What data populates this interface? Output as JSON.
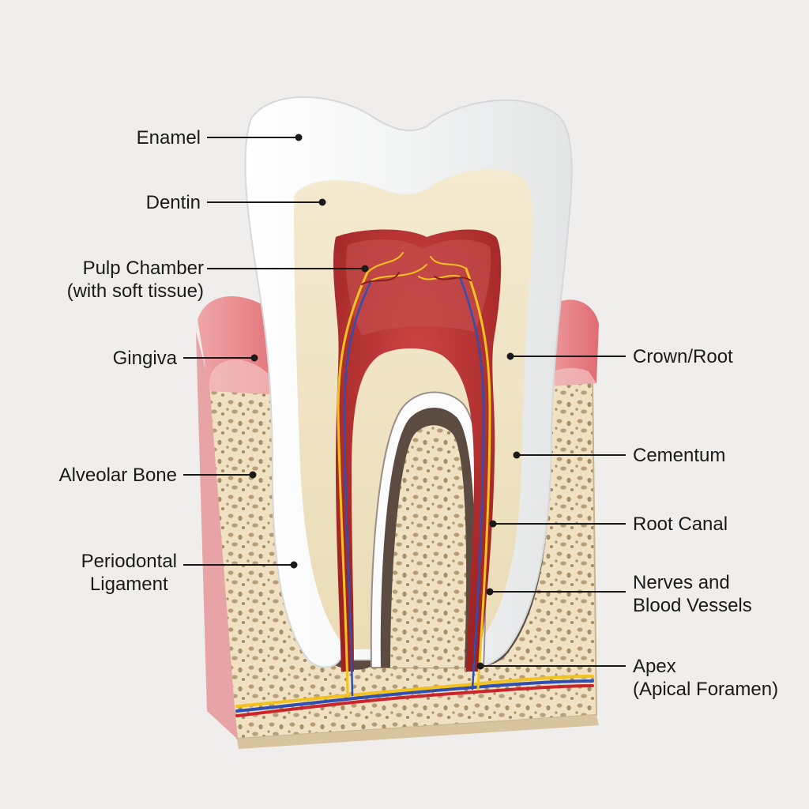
{
  "labels": {
    "enamel": [
      "Enamel"
    ],
    "dentin": [
      "Dentin"
    ],
    "pulp_chamber": [
      "Pulp Chamber",
      "(with soft tissue)"
    ],
    "gingiva": [
      "Gingiva"
    ],
    "alveolar_bone": [
      "Alveolar Bone"
    ],
    "periodontal_ligament": [
      "Periodontal",
      "Ligament"
    ],
    "crown_root": [
      "Crown/Root"
    ],
    "cementum": [
      "Cementum"
    ],
    "root_canal": [
      "Root Canal"
    ],
    "nerves_vessels": [
      "Nerves and",
      "Blood Vessels"
    ],
    "apex": [
      "Apex",
      "(Apical Foramen)"
    ]
  },
  "colors": {
    "background": "#efeeec",
    "enamel": "#f7f7f6",
    "dentin": "#f1e6c6",
    "pulp": "#b83434",
    "gingiva": "#e9848a",
    "bone": "#efe0bf",
    "bone_pore": "#b79f76",
    "ligament": "#5a4a40",
    "nerve": "#f2c21e",
    "artery": "#c9252b",
    "vein": "#2f4fb3"
  }
}
